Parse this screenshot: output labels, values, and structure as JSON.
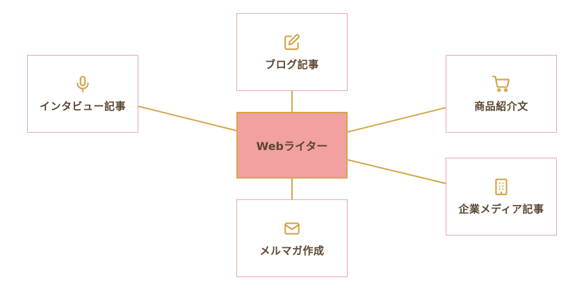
{
  "colors": {
    "accent": "#d3a54b",
    "center_fill": "#f2a0a0",
    "box_border": "#e9a8a8",
    "text": "#5a4630"
  },
  "center": {
    "label": "Webライター"
  },
  "nodes": {
    "blog": {
      "label": "ブログ記事",
      "icon": "pencil-square-icon"
    },
    "interview": {
      "label": "インタビュー記事",
      "icon": "microphone-icon"
    },
    "product": {
      "label": "商品紹介文",
      "icon": "shopping-cart-icon"
    },
    "corporate": {
      "label": "企業メディア記事",
      "icon": "building-icon"
    },
    "newsletter": {
      "label": "メルマガ作成",
      "icon": "envelope-icon"
    }
  }
}
